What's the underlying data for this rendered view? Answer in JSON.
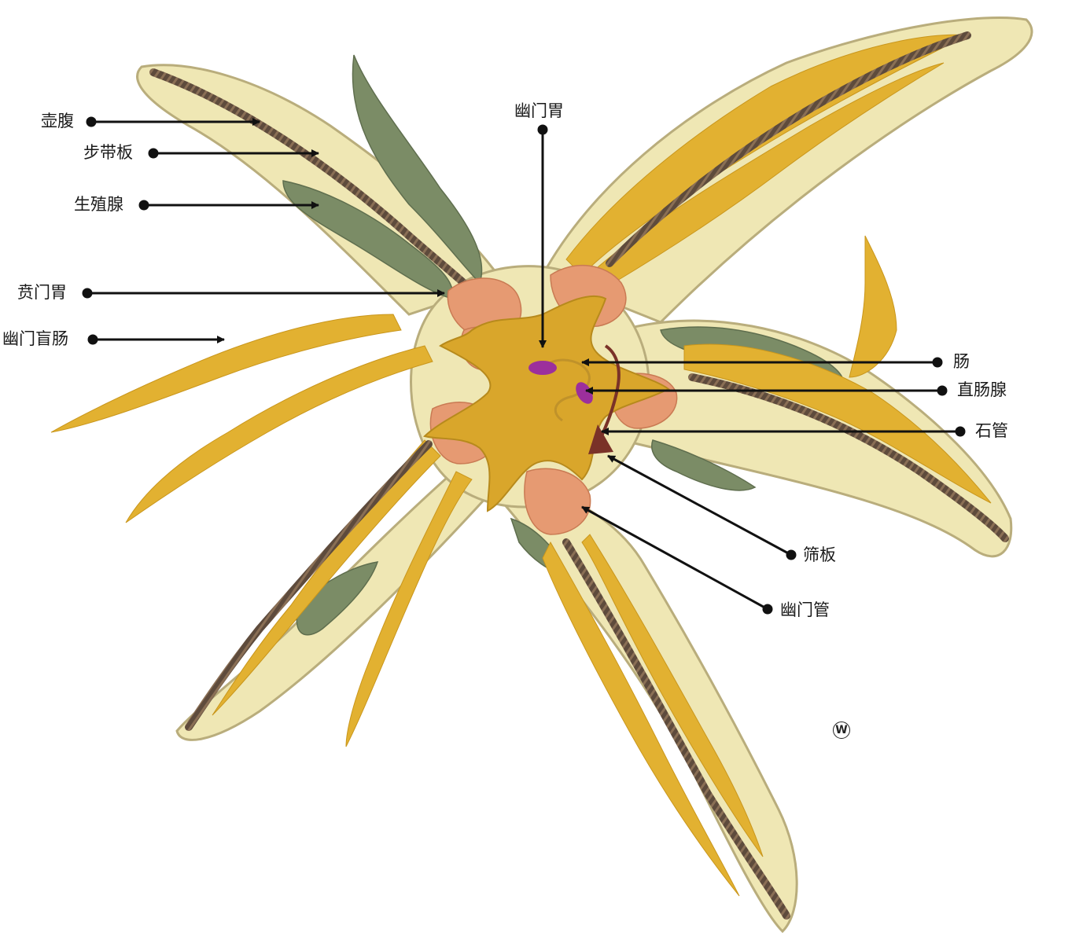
{
  "labels": {
    "ampulla": "壶腹",
    "ambulacral_plate": "步带板",
    "gonad": "生殖腺",
    "cardiac_stomach": "贲门胃",
    "pyloric_caeca": "幽门盲肠",
    "pyloric_stomach": "幽门胃",
    "intestine": "肠",
    "rectal_gland": "直肠腺",
    "stone_canal": "石管",
    "madreporite": "筛板",
    "pyloric_duct": "幽门管"
  },
  "watermark": "W",
  "colors": {
    "body_fill": "#efe7b4",
    "body_outline": "#b9ad7c",
    "gonad": "#7b8c66",
    "caeca": "#e2b131",
    "ambulacral": "#5e4b3c",
    "cardiac": "#e69a72",
    "pyloric": "#d9a62b",
    "rectal": "#9c2f9c",
    "stone_canal": "#7a3228",
    "leader": "#111111"
  }
}
